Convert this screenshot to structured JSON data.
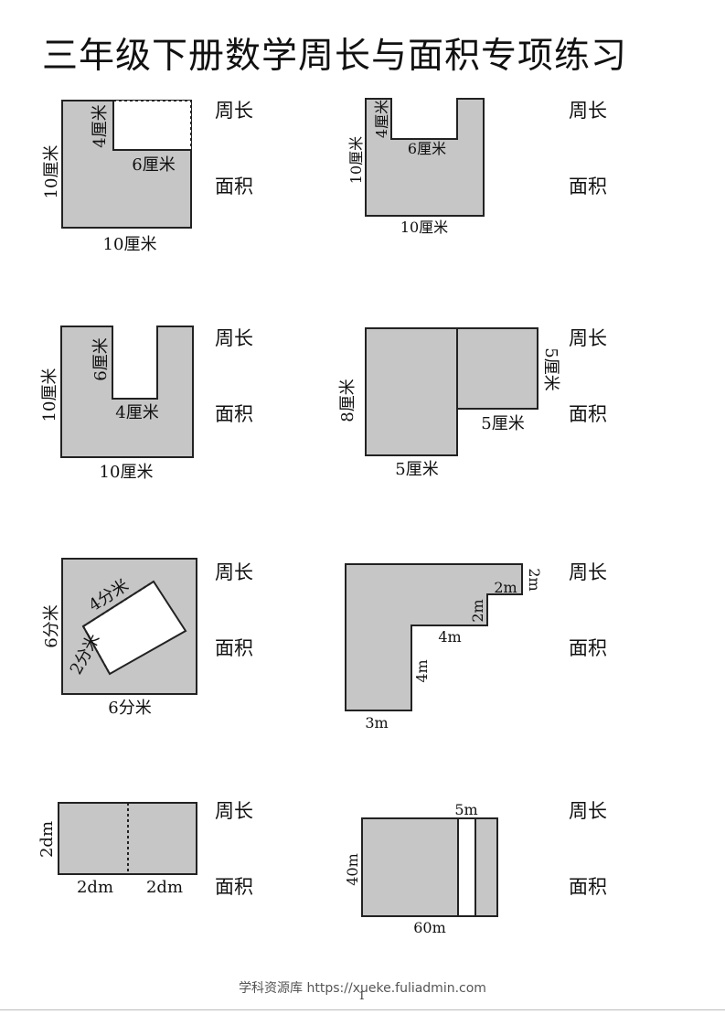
{
  "title": "三年级下册数学周长与面积专项练习",
  "question_labels": {
    "perimeter": "周长",
    "area": "面积"
  },
  "figures": [
    {
      "id": 1,
      "labels": {
        "left": "10厘米",
        "bottom": "10厘米",
        "notch_depth": "4厘米",
        "notch_width": "6厘米"
      }
    },
    {
      "id": 2,
      "labels": {
        "left": "10厘米",
        "bottom": "10厘米",
        "notch_depth": "4厘米",
        "notch_width": "6厘米"
      }
    },
    {
      "id": 3,
      "labels": {
        "left": "10厘米",
        "bottom": "10厘米",
        "slot_depth": "6厘米",
        "slot_width": "4厘米"
      }
    },
    {
      "id": 4,
      "labels": {
        "left": "8厘米",
        "bottom": "5厘米",
        "right": "5厘米",
        "right_bottom": "5厘米"
      }
    },
    {
      "id": 5,
      "labels": {
        "left": "6分米",
        "bottom": "6分米",
        "rect_long": "4分米",
        "rect_short": "2分米"
      }
    },
    {
      "id": 6,
      "labels": {
        "top_step": "2m",
        "top_step_side": "2m",
        "mid_step_side": "2m",
        "mid_step": "4m",
        "inner_vertical": "4m",
        "bottom": "3m"
      }
    },
    {
      "id": 7,
      "labels": {
        "left": "2dm",
        "bottom_left": "2dm",
        "bottom_right": "2dm"
      }
    },
    {
      "id": 8,
      "labels": {
        "top_strip": "5m",
        "left": "40m",
        "bottom": "60m"
      }
    }
  ],
  "footer": "学科资源库 https://xueke.fuliadmin.com",
  "page_number": "1"
}
